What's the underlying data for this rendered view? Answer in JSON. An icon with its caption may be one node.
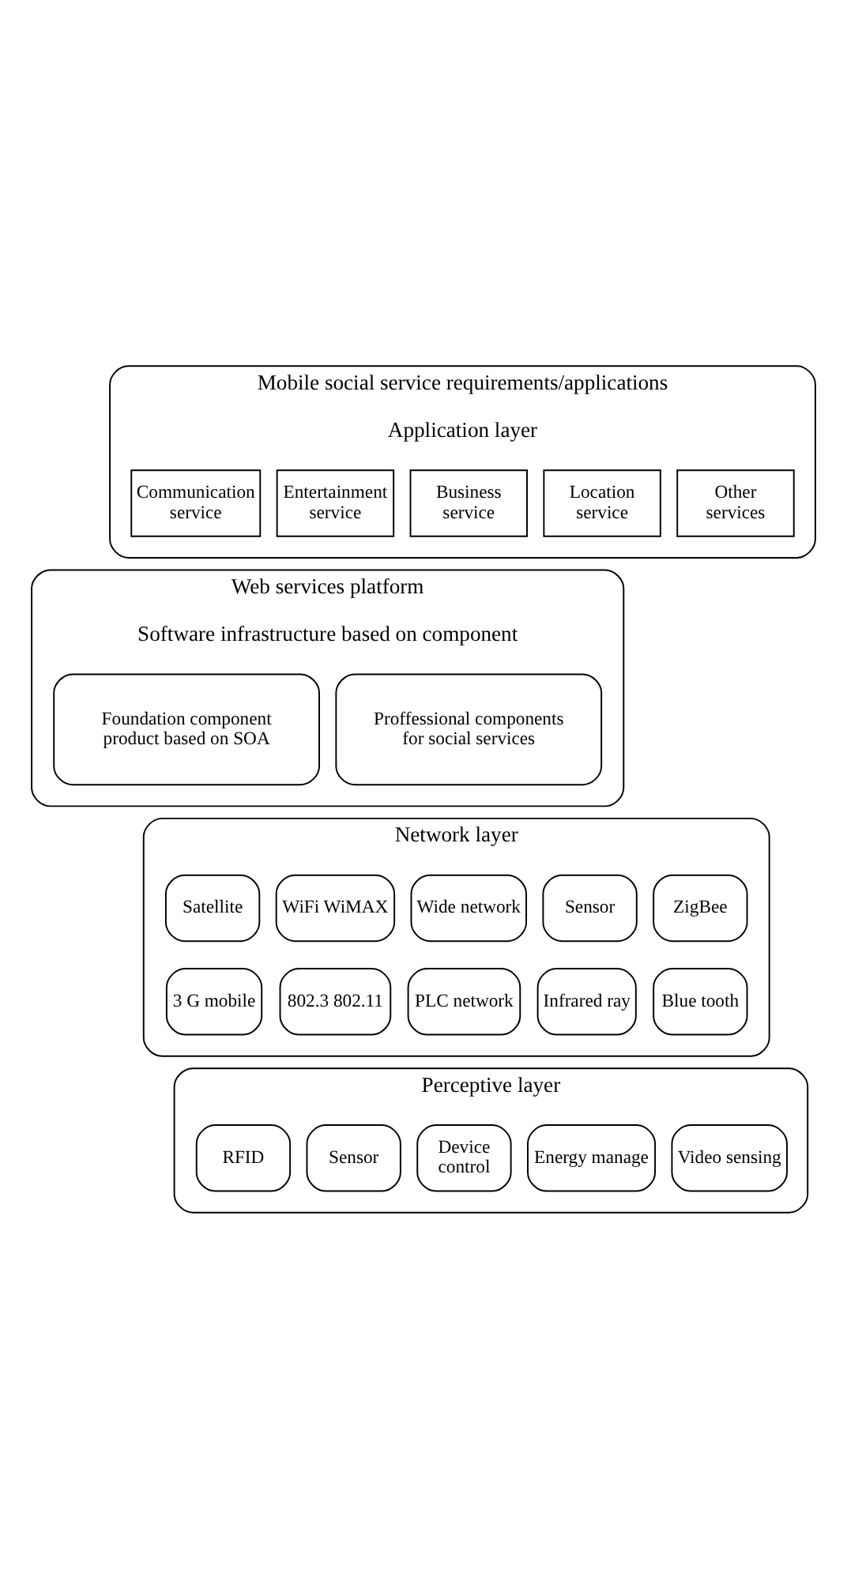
{
  "diagram": {
    "nodes": [
      {
        "text": [
          "Mobile social service requirements/applications",
          "Application layer"
        ]
      },
      {
        "text": [
          "Communication service"
        ],
        "in": 0
      },
      {
        "text": [
          "Entertainment service"
        ],
        "in": 0
      },
      {
        "text": [
          "Business service"
        ],
        "in": 0
      },
      {
        "text": [
          "Location service"
        ],
        "in": 0
      },
      {
        "text": [
          "Other services"
        ],
        "in": 0
      },
      {
        "text": [
          "Web services platform",
          "Software infrastructure based on component"
        ]
      },
      {
        "text": [
          "Foundation component product based on SOA"
        ],
        "in": 6
      },
      {
        "text": [
          "Proffessional components for social services"
        ],
        "in": 6
      },
      {
        "text": [
          "Network layer"
        ]
      },
      {
        "text": [
          "Satellite"
        ],
        "in": 9
      },
      {
        "text": [
          "WiFi WiMAX"
        ],
        "in": 9
      },
      {
        "text": [
          "Wide network"
        ],
        "in": 9
      },
      {
        "text": [
          "Sensor"
        ],
        "in": 9
      },
      {
        "text": [
          "ZigBee"
        ],
        "in": 9
      },
      {
        "text": [
          "3 G mobile"
        ],
        "in": 9
      },
      {
        "text": [
          "802.3 802.11"
        ],
        "in": 9
      },
      {
        "text": [
          "PLC network"
        ],
        "in": 9
      },
      {
        "text": [
          "Infrared ray"
        ],
        "in": 9
      },
      {
        "text": [
          "Blue tooth"
        ],
        "in": 9
      },
      {
        "text": [
          "Perceptive layer"
        ]
      },
      {
        "text": [
          "RFID"
        ],
        "in": 20
      },
      {
        "text": [
          "Sensor"
        ],
        "in": 20
      },
      {
        "text": [
          "Device control"
        ],
        "in": 20
      },
      {
        "text": [
          "Energy manage"
        ],
        "in": 20
      },
      {
        "text": [
          "Video sensing"
        ],
        "in": 20
      }
    ],
    "edges": []
  }
}
